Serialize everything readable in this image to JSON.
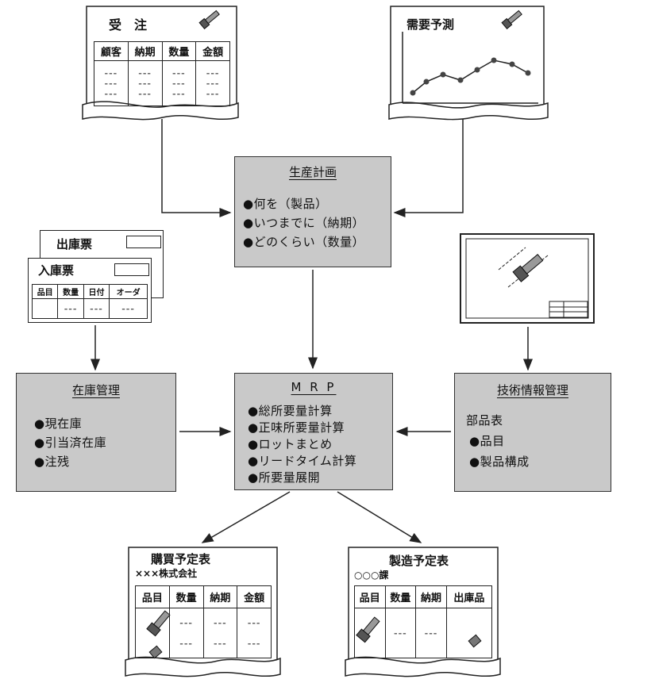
{
  "order_doc": {
    "title": "受　注",
    "headers": [
      "顧客",
      "納期",
      "数量",
      "金額"
    ]
  },
  "forecast_doc": {
    "title": "需要予測"
  },
  "production_plan": {
    "title": "生産計画",
    "items": [
      "●何を（製品）",
      "●いつまでに（納期）",
      "●どのくらい（数量）"
    ]
  },
  "shipping_slip": {
    "title": "出庫票"
  },
  "receiving_slip": {
    "title": "入庫票",
    "headers": [
      "品目",
      "数量",
      "日付",
      "オーダ"
    ]
  },
  "inventory": {
    "title": "在庫管理",
    "items": [
      "●現在庫",
      "●引当済在庫",
      "●注残"
    ]
  },
  "mrp": {
    "title": "M R P",
    "items": [
      "●総所要量計算",
      "●正味所要量計算",
      "●ロットまとめ",
      "●リードタイム計算",
      "●所要量展開"
    ]
  },
  "tech_info": {
    "title": "技術情報管理",
    "subtitle": "部品表",
    "items": [
      "●品目",
      "●製品構成"
    ]
  },
  "purchase_schedule": {
    "title": "購買予定表",
    "company": "×××株式会社",
    "headers": [
      "品目",
      "数量",
      "納期",
      "金額"
    ]
  },
  "manufacturing_schedule": {
    "title": "製造予定表",
    "dept": "○○○課",
    "headers": [
      "品目",
      "数量",
      "納期",
      "出庫品"
    ]
  }
}
